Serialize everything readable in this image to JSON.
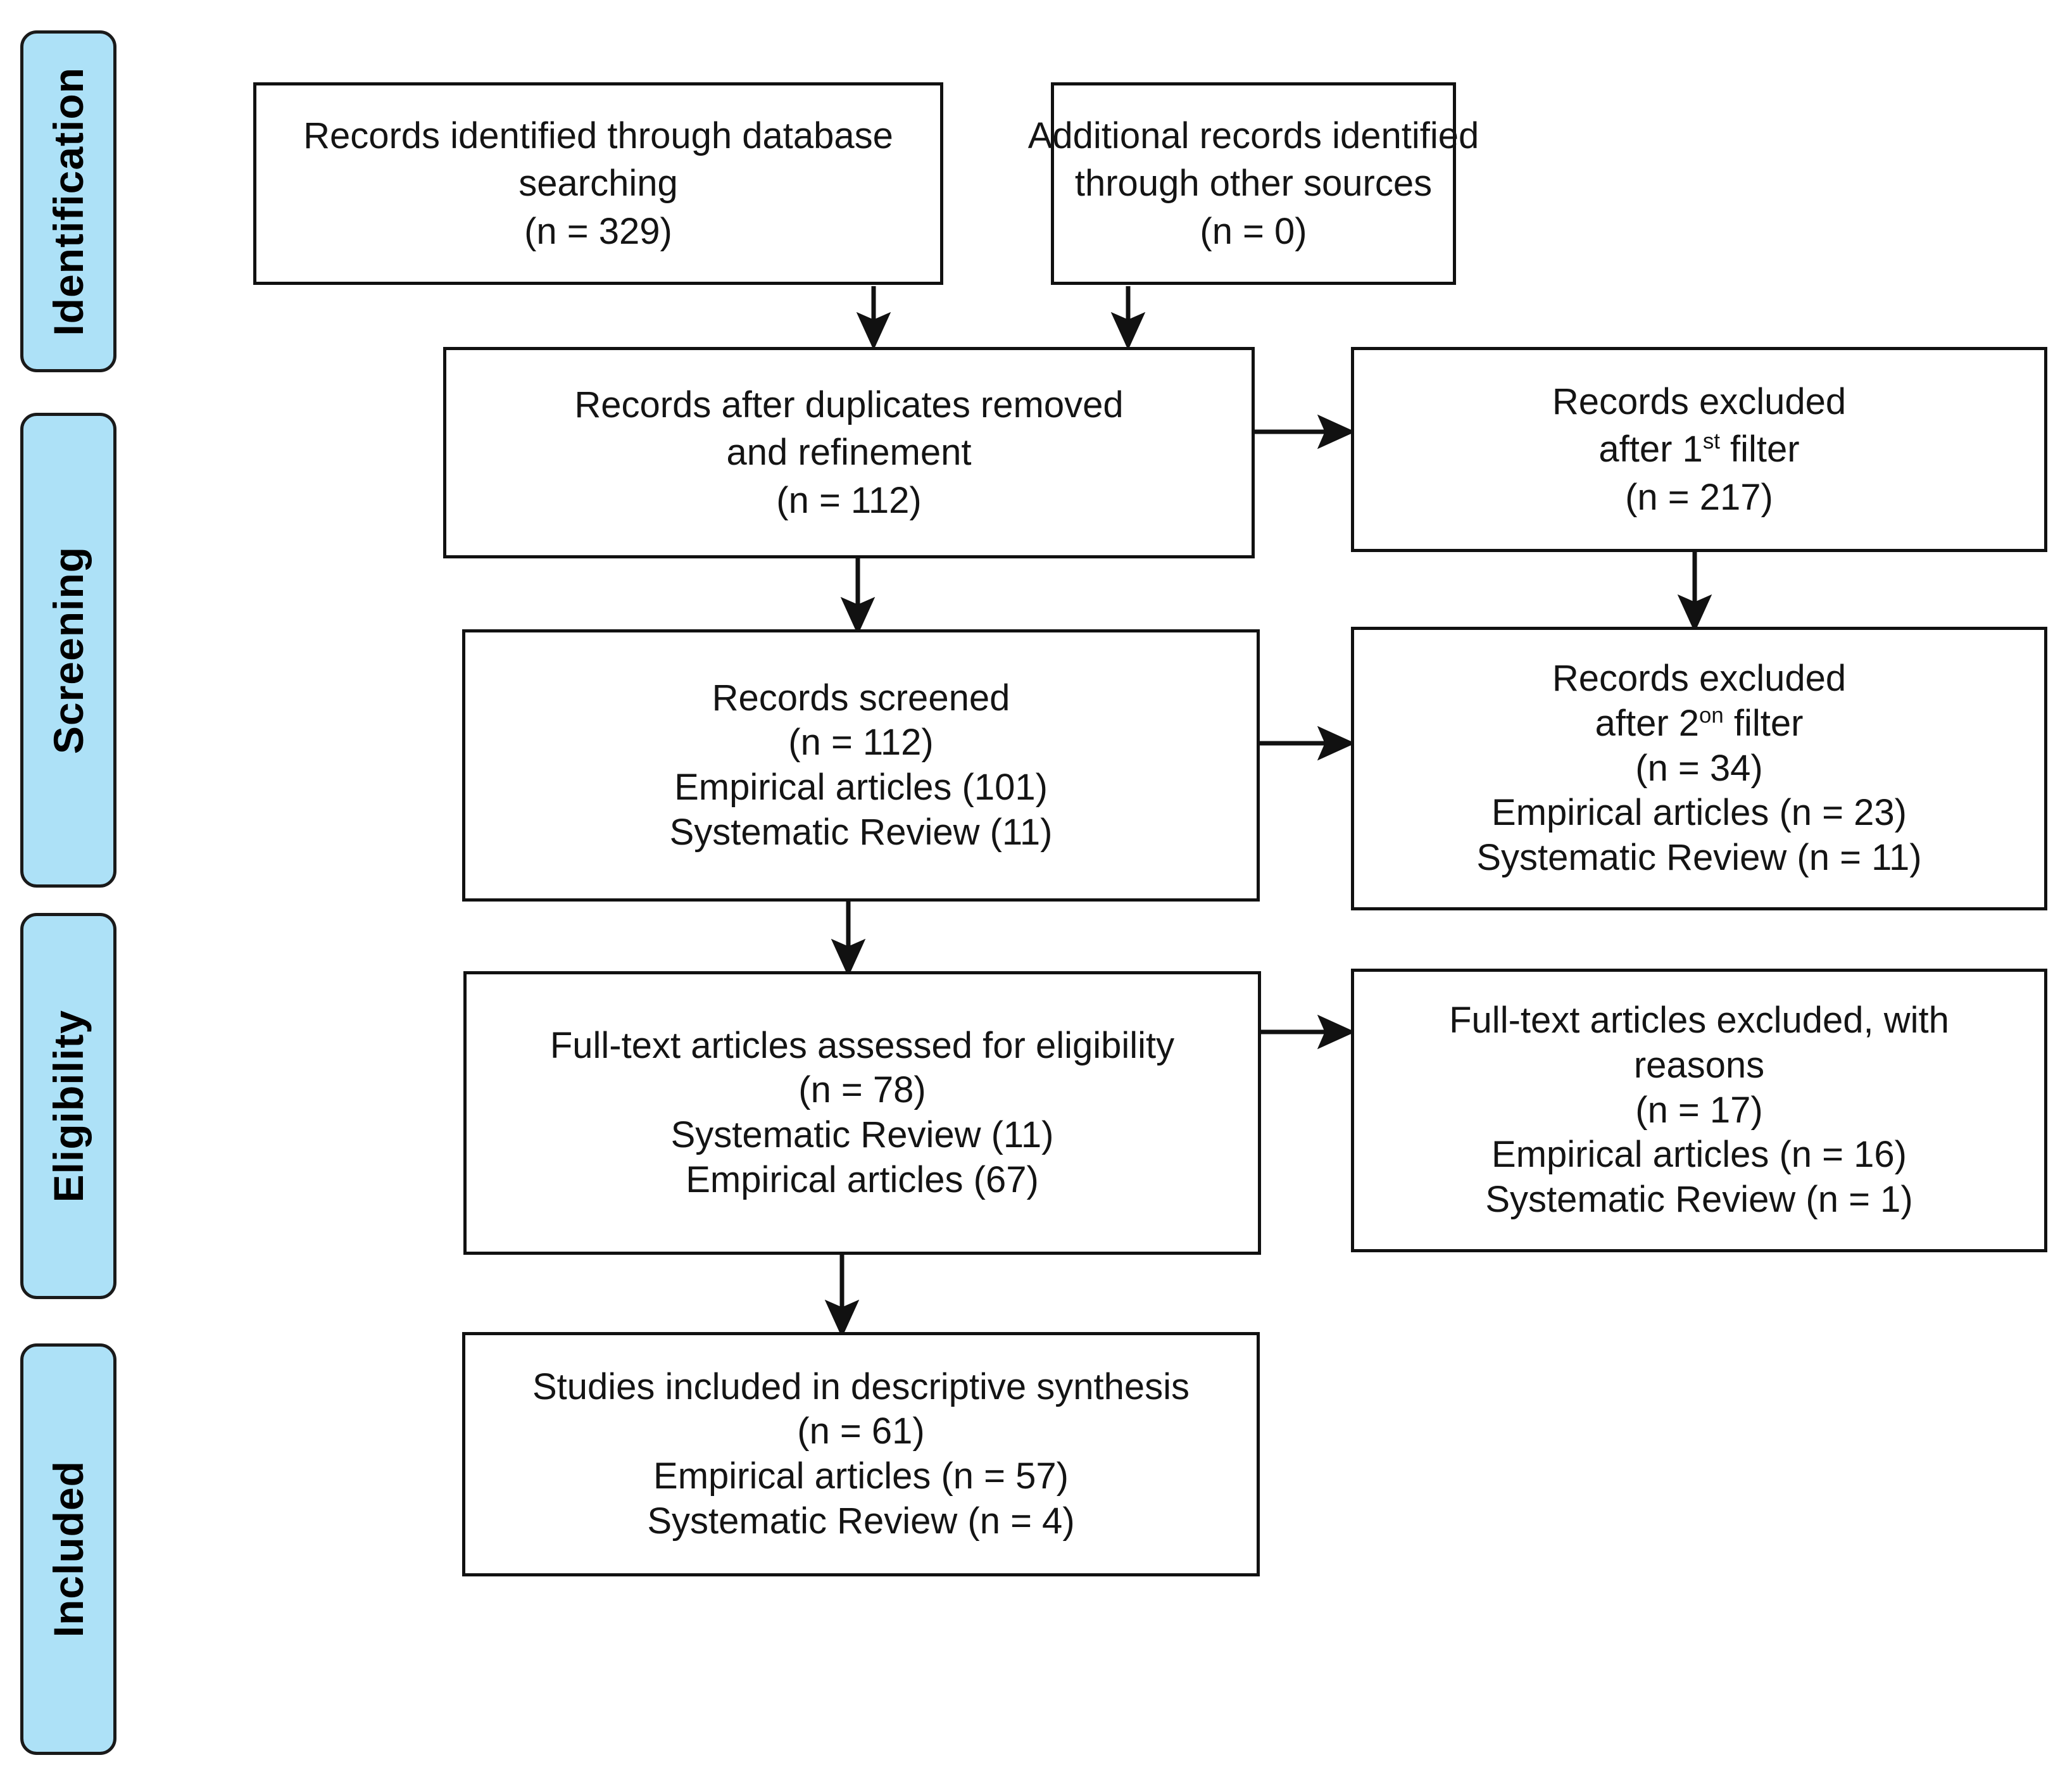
{
  "figure": {
    "type": "prisma-flow-diagram",
    "accent_color": "#ADE1F7",
    "border_color": "#111111",
    "background": "#ffffff"
  },
  "stages": [
    {
      "id": "identification",
      "label": "Identification"
    },
    {
      "id": "screening",
      "label": "Screening"
    },
    {
      "id": "eligibility",
      "label": "Eligibility"
    },
    {
      "id": "included",
      "label": "Included"
    }
  ],
  "boxes": {
    "database_search": {
      "name": "records-identified-database",
      "lines": [
        "Records identified through database",
        "searching",
        "(n = 329)"
      ]
    },
    "other_sources": {
      "name": "records-identified-other-sources",
      "lines": [
        "Additional records identified",
        "through other sources",
        "(n = 0)"
      ]
    },
    "after_duplicates": {
      "name": "records-after-duplicates",
      "lines": [
        "Records after duplicates removed",
        "and refinement",
        "(n = 112)"
      ]
    },
    "excluded_first": {
      "name": "records-excluded-first-filter",
      "line1": "Records excluded",
      "line2_pre": "after 1",
      "line2_sup": "st",
      "line2_post": " filter",
      "line3": "(n = 217)"
    },
    "records_screened": {
      "name": "records-screened",
      "lines": [
        "Records screened",
        "(n = 112)",
        "Empirical articles (101)",
        "Systematic Review (11)"
      ]
    },
    "excluded_second": {
      "name": "records-excluded-second-filter",
      "line1": "Records excluded",
      "line2_pre": "after 2",
      "line2_sup": "on",
      "line2_post": " filter",
      "line3": "(n = 34)",
      "line4": "Empirical articles (n = 23)",
      "line5": "Systematic Review (n = 11)"
    },
    "fulltext_assessed": {
      "name": "fulltext-assessed-eligibility",
      "lines": [
        "Full-text articles assessed for eligibility",
        "(n = 78)",
        "Systematic Review (11)",
        "Empirical articles (67)"
      ]
    },
    "fulltext_excluded": {
      "name": "fulltext-excluded-reasons",
      "lines": [
        "Full-text articles excluded, with",
        "reasons",
        "(n = 17)",
        "Empirical articles (n = 16)",
        "Systematic Review (n = 1)"
      ]
    },
    "studies_included": {
      "name": "studies-included-synthesis",
      "lines": [
        "Studies included in descriptive synthesis",
        "(n = 61)",
        "Empirical articles (n = 57)",
        "Systematic Review (n = 4)"
      ]
    }
  },
  "counts": {
    "identified_database": 329,
    "identified_other": 0,
    "after_duplicates": 112,
    "excluded_first_filter": 217,
    "screened": 112,
    "screened_empirical": 101,
    "screened_systematic_review": 11,
    "excluded_second_filter": 34,
    "excluded_second_empirical": 23,
    "excluded_second_systematic_review": 11,
    "fulltext_assessed": 78,
    "fulltext_systematic_review": 11,
    "fulltext_empirical": 67,
    "fulltext_excluded": 17,
    "fulltext_excluded_empirical": 16,
    "fulltext_excluded_systematic_review": 1,
    "included_total": 61,
    "included_empirical": 57,
    "included_systematic_review": 4
  }
}
